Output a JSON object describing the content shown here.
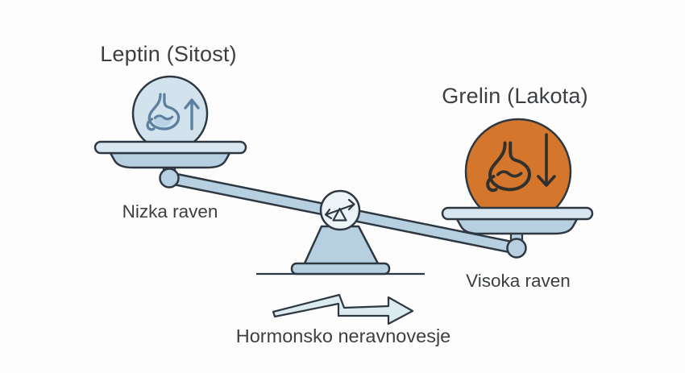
{
  "figure": {
    "type": "balance-scale-diagram",
    "topic": "hormonal imbalance between leptin and ghrelin"
  },
  "labels": {
    "left_title": "Leptin (Sitost)",
    "right_title": "Grelin (Lakota)",
    "left_level": "Nizka raven",
    "right_level": "Visoka raven",
    "caption": "Hormonsko neravnovesje"
  },
  "diagram": {
    "left_side": {
      "hormone": "Leptin",
      "state_label": "Sitost",
      "level": "Nizka raven",
      "pan_position": "raised",
      "icon": "stomach-with-up-arrow-icon",
      "circle_color": "#d2e3ee"
    },
    "right_side": {
      "hormone": "Grelin",
      "state_label": "Lakota",
      "level": "Visoka raven",
      "pan_position": "lowered",
      "icon": "stomach-with-down-arrow-icon",
      "circle_color": "#d4762b"
    },
    "pivot_icon": "seesaw-balance-icon",
    "bottom_icon": "zigzag-right-arrow-icon"
  },
  "colors": {
    "outline": "#2e3842",
    "light_blue": "#b7d0e1",
    "pale_blue": "#d7e6f0",
    "circle_blue": "#d2e3ee",
    "pouch_blue": "#b9d3e4",
    "orange": "#d4762b",
    "stomach_blue": "#5e80a0",
    "icon_dark": "#32302c",
    "pivot_fill": "#ecf4f8",
    "arrow_fill": "#dbebf0",
    "text": "#3c3f42",
    "background": "#fdfdfd"
  }
}
